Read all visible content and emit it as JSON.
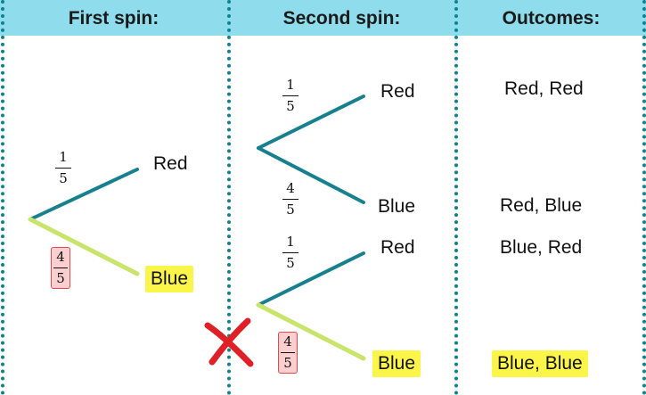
{
  "columns": {
    "first": "First spin:",
    "second": "Second spin:",
    "outcomes": "Outcomes:"
  },
  "first_spin": {
    "red_prob": {
      "num": "1",
      "den": "5"
    },
    "blue_prob": {
      "num": "4",
      "den": "5"
    },
    "red_label": "Red",
    "blue_label": "Blue"
  },
  "second_spin": {
    "after_red": {
      "red_prob": {
        "num": "1",
        "den": "5"
      },
      "blue_prob": {
        "num": "4",
        "den": "5"
      },
      "red_label": "Red",
      "blue_label": "Blue"
    },
    "after_blue": {
      "red_prob": {
        "num": "1",
        "den": "5"
      },
      "blue_prob": {
        "num": "4",
        "den": "5"
      },
      "red_label": "Red",
      "blue_label": "Blue"
    }
  },
  "outcomes": [
    "Red, Red",
    "Red, Blue",
    "Blue, Red",
    "Blue, Blue"
  ],
  "colors": {
    "header_bg": "#8fdcec",
    "divider": "#0f8290",
    "branch": "#17808f",
    "highlight_branch": "#c9e46a",
    "highlight_label": "#fbf54a",
    "box_fill": "#fbcfcf",
    "box_border": "#e5484d",
    "cross": "#e02027"
  },
  "icons": {
    "cross": "red-cross-mark-icon"
  }
}
